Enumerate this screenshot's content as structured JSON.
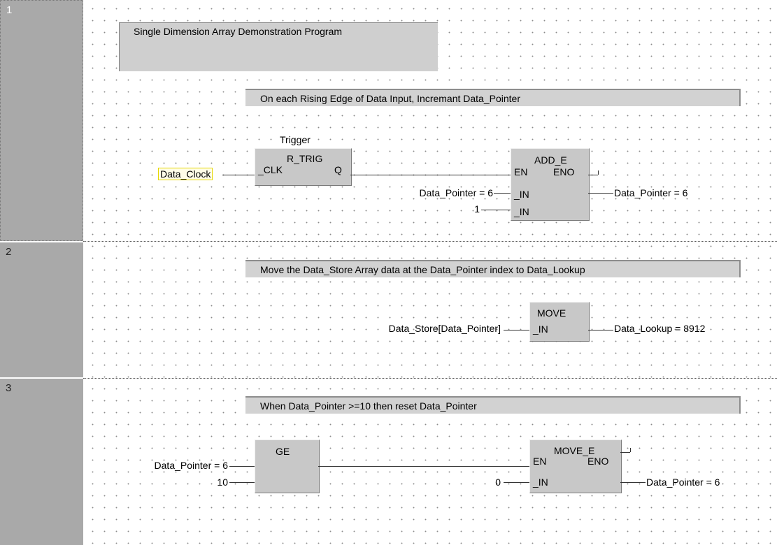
{
  "rungs": [
    {
      "number": "1",
      "comment": "Single Dimension Array Demonstration Program",
      "section_comment": "On each Rising Edge of Data Input, Incremant Data_Pointer",
      "trigger": {
        "instance": "Trigger",
        "type": "R_TRIG",
        "in_pin": "_CLK",
        "out_pin": "Q",
        "input_var": "Data_Clock"
      },
      "add": {
        "type": "ADD_E",
        "en": "EN",
        "eno": "ENO",
        "in1": "_IN",
        "in2": "_IN",
        "in1_var": "Data_Pointer = 6",
        "in2_var": "1",
        "out_var": "Data_Pointer = 6"
      }
    },
    {
      "number": "2",
      "section_comment": "Move the Data_Store Array data at the Data_Pointer index to Data_Lookup",
      "move": {
        "type": "MOVE",
        "in": "_IN",
        "in_var": "Data_Store[Data_Pointer]",
        "out_var": "Data_Lookup = 8912"
      }
    },
    {
      "number": "3",
      "section_comment": "When Data_Pointer >=10 then reset Data_Pointer",
      "ge": {
        "type": "GE",
        "in1_var": "Data_Pointer = 6",
        "in2_var": "10"
      },
      "move_e": {
        "type": "MOVE_E",
        "en": "EN",
        "eno": "ENO",
        "in": "_IN",
        "in_var": "0",
        "out_var": "Data_Pointer = 6"
      }
    }
  ]
}
